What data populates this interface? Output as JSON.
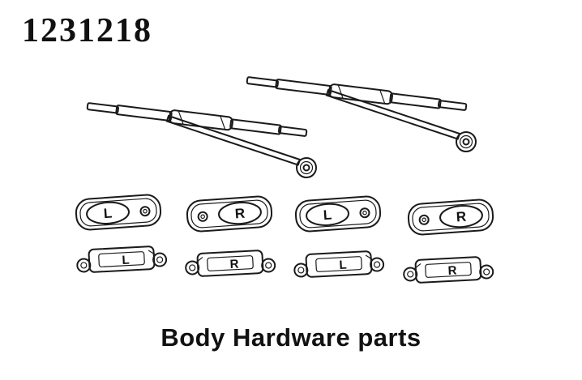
{
  "header": {
    "part_number": "1231218"
  },
  "caption": "Body Hardware parts",
  "colors": {
    "ink": "#1a1a1a",
    "background": "#ffffff"
  },
  "diagram": {
    "description": "Exploded line-art of body hardware parts: two windshield wiper assemblies, four oval wiper mount clamps and four bracket blocks",
    "wipers": [
      {
        "name": "wiper-assembly-left"
      },
      {
        "name": "wiper-assembly-right"
      }
    ],
    "clamps": [
      {
        "label": "L"
      },
      {
        "label": "R"
      },
      {
        "label": "L"
      },
      {
        "label": "R"
      }
    ],
    "brackets": [
      {
        "label": "L"
      },
      {
        "label": "R"
      },
      {
        "label": "L"
      },
      {
        "label": "R"
      }
    ]
  }
}
